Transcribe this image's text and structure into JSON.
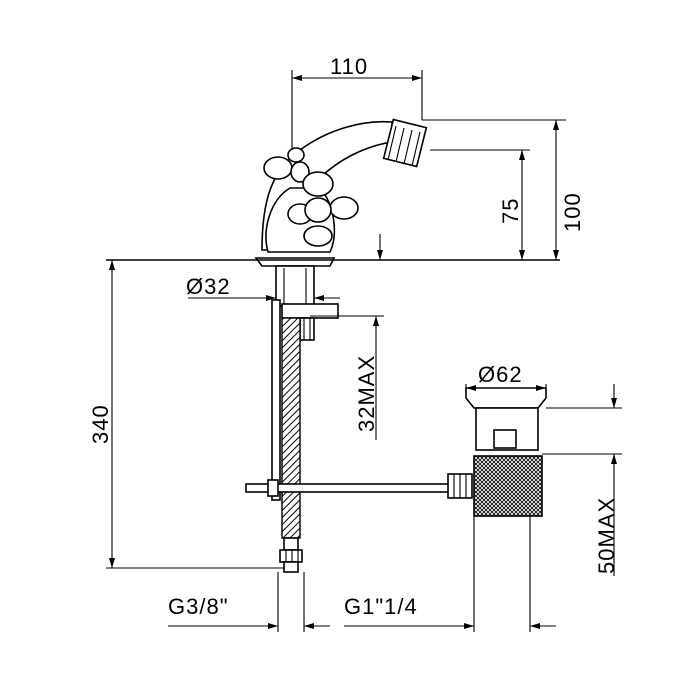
{
  "drawing": {
    "dimensions": {
      "spout_reach": "110",
      "total_height": "100",
      "spout_height": "75",
      "body_diameter": "Ø32",
      "overall_length": "340",
      "deck_thickness": "32MAX",
      "waste_diameter": "Ø62",
      "waste_thickness": "50MAX",
      "inlet_thread": "G3/8\"",
      "waste_thread": "G1\"1/4"
    }
  }
}
